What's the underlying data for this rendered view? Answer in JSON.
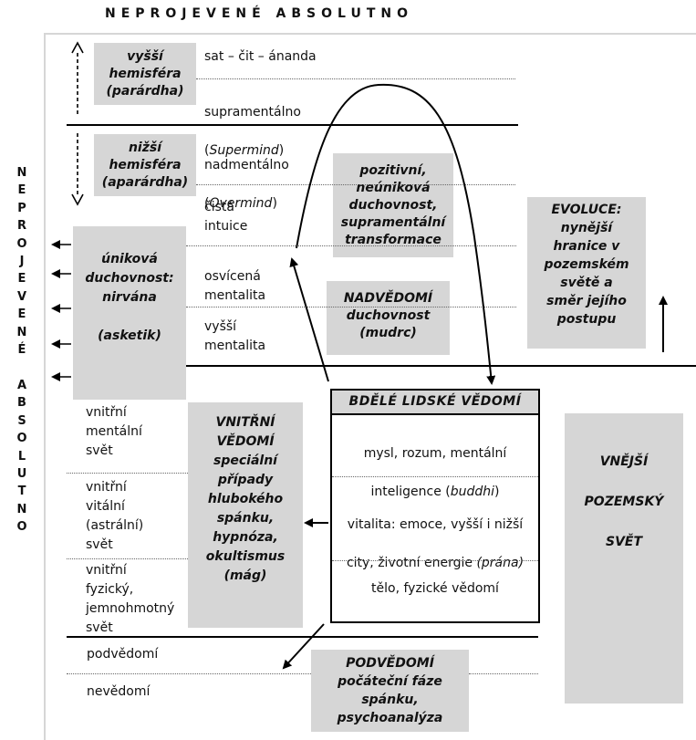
{
  "top_title": "NEPROJEVENÉ ABSOLUTNO",
  "side_title": "N\nE\nP\nR\nO\nJ\nE\nV\nE\nN\nÉ\n\nA\nB\nS\nO\nL\nU\nT\nN\nO",
  "hemispheres": {
    "upper": "vyšší\nhemisféra\n(parárdha)",
    "lower": "nižší\nhemisféra\n(aparárdha)"
  },
  "levels": {
    "sat": "sat – čit – ánanda",
    "supramental_1": "supramentálno",
    "supramental_2_open": "(",
    "supramental_2_it": "Supermind",
    "supramental_2_close": ")",
    "nadmental_1": "nadmentálno",
    "nadmental_2_open": "(",
    "nadmental_2_it": "Overmind",
    "nadmental_2_close": ")",
    "intuition": "čistá\nintuice",
    "illumined": "osvícená\nmentalita",
    "higher_mind": "vyšší\nmentalita",
    "inner_mental": "vnitřní\nmentální\nsvět",
    "inner_vital": "vnitřní\nvitální\n(astrální)\nsvět",
    "inner_physical": "vnitřní\nfyzický,\njemnohmotný\nsvět",
    "subconscious": "podvědomí",
    "inconscient": "nevědomí"
  },
  "boxes": {
    "escape": "úniková\nduchovnost:\nnirvána\n\n(asketik)",
    "positive": "pozitivní,\nneúniková\nduchovnost,\nsupramentální\ntransformace",
    "superconscious": "NADVĚDOMÍ\nduchovnost\n(mudrc)",
    "evolution": "EVOLUCE:\nnynější\nhranice v\npozemském\nsvětě a\nsměr jejího\npostupu",
    "inner_consciousness": "VNITŘNÍ\nVĚDOMÍ\nspeciální\npřípady\nhlubokého\nspánku,\nhypnóza,\nokultismus\n(mág)",
    "outer_world": "VNĚJŠÍ\n\nPOZEMSKÝ\n\nSVĚT",
    "subconscious_box": "PODVĚDOMÍ\npočáteční fáze\nspánku,\npsychoanalýza"
  },
  "waking": {
    "title": "BDĚLÉ LIDSKÉ VĚDOMÍ",
    "mind_1": "mysl, rozum, mentální",
    "mind_2_pre": "inteligence (",
    "mind_2_it": "buddhi",
    "mind_2_post": ")",
    "vital_1": "vitalita: emoce, vyšší i nižší",
    "vital_2_pre": "city, životní energie ",
    "vital_2_it": "(prána)",
    "body": "tělo, fyzické vědomí"
  }
}
